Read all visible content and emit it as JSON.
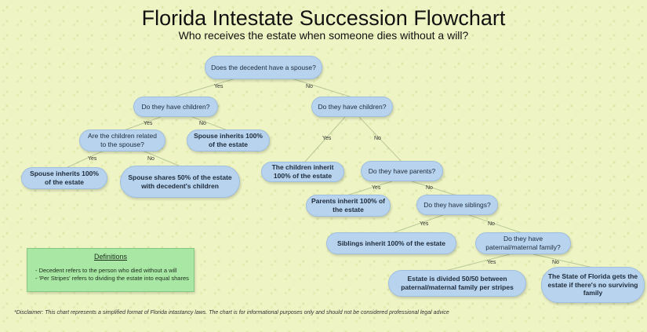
{
  "title": "Florida Intestate Succession Flowchart",
  "subtitle": "Who receives the estate when someone dies without a will?",
  "nodes": {
    "q_spouse": "Does the decedent have a spouse?",
    "q_children_spouse": "Do they have children?",
    "q_children_no_spouse": "Do they have children?",
    "q_related": "Are the children related to the spouse?",
    "o_spouse_100_no_children": "Spouse inherits 100% of the estate",
    "o_spouse_100_related": "Spouse inherits 100% of the estate",
    "o_spouse_shares_50": "Spouse shares 50% of the estate with decedent's children",
    "o_children_inherit": "The children inherit 100% of the estate",
    "q_parents": "Do they have parents?",
    "o_parents_inherit": "Parents inherit 100% of the estate",
    "q_siblings": "Do they have siblings?",
    "o_siblings_inherit": "Siblings inherit 100% of the estate",
    "q_paternal_maternal": "Do they have paternal/maternal family?",
    "o_divided_50_50": "Estate is divided 50/50 between paternal/maternal family per stripes",
    "o_state_gets": "The State of Florida gets the estate if there's no surviving family"
  },
  "edge_labels": {
    "yes": "Yes",
    "no": "No"
  },
  "definitions": {
    "title": "Definitions",
    "items": [
      "- Decedent refers to the person who died without a will",
      "- 'Per Stripes' refers to dividing the estate into equal shares"
    ]
  },
  "disclaimer": "*Disclaimer: This chart represents a simplified format of Florida intastancy laws. The chart is for informational purposes only and should not be considered professional legal advice"
}
